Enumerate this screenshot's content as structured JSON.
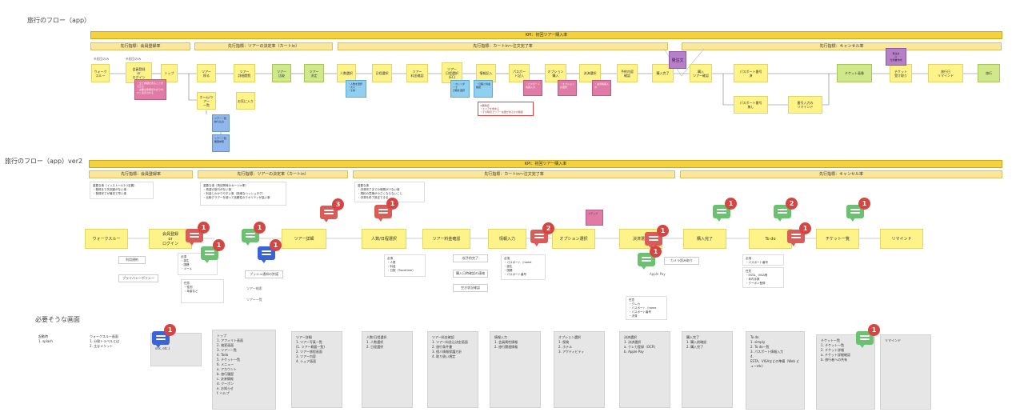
{
  "titles": {
    "flow1": "旅行のフロー（app）",
    "flow2": "旅行のフロー（app）ver2",
    "screens": "必要そうな画面"
  },
  "kpi": "KPI：初回ツアー購入率",
  "flow1": {
    "headers": [
      "先行指標：会員登録率",
      "先行指標：ツアーの決定率（カートin）",
      "先行指標：カートin〜注文完了率",
      "先行指標：キャンセル率"
    ],
    "small_labels": [
      "※初回のみ",
      "※初回のみ"
    ],
    "nodes": [
      "ウォーク\nスルー",
      "会員登録\nor\nログイン",
      "トップ",
      "ツアー\n探る",
      "ツアー\n詳細閲覧",
      "ツアー\n比較",
      "ツアー\n決定",
      "人数選択",
      "日程選択",
      "ツアー\n料金確認",
      "ツアー\n日程選択\n(EC)",
      "情報記入",
      "パスポー\nト記入",
      "オプション\n購入",
      "決済選択",
      "予約内容\n確認",
      "購入完了",
      "購入\nツアー確認",
      "パスポート番号\n済",
      "パスポート番号\n無し",
      "番号入力の\nリマインド",
      "チケット画像",
      "チケット\n受け取り",
      "旅行日\nリマインド",
      "旅行"
    ],
    "green_nodes": [
      "ツアー\n比較",
      "ツアー\n決定",
      "チケット画像",
      "旅行"
    ],
    "purple": [
      "発注文",
      "発注文\nor\n仕様書作成"
    ],
    "pink_notes": [
      "・全て詳細を見ることができる\n・必要な情報がわかりやすく表示される",
      "・パスポート情報入力",
      "・オプションの選択",
      "・決済情報入力"
    ],
    "blue_notes": [
      "ツアー一覧\n絞り込み",
      "ツアー一覧\n履歴参照"
    ],
    "cyan_notes": [
      "・人数を選択\n・大人\n・子供",
      "・カレンダーで\n日程を選択",
      "・日程と料金\n確認"
    ],
    "sub_nodes": [
      "ホーム/ツアー\n一覧",
      "お気に入り"
    ],
    "red_note": "※要確認\n・エリアを含める\n・その時点でツアー在庫があるかの確認"
  },
  "flow2": {
    "headers": [
      "先行指標：会員登録率",
      "先行指標：ツアーの決定率（カートin）",
      "先行指標：カートin〜注文完了率",
      "先行指標：キャンセル率"
    ],
    "nodes": [
      "ウォークスルー",
      "会員登録\nor\nログイン",
      "ツアー詳細",
      "人数/日程選択",
      "ツアー料金確認",
      "情報入力",
      "オプション選択",
      "決済選択",
      "購入完了",
      "To do",
      "チケット一覧",
      "リマインド"
    ],
    "pink": "ステップ",
    "notes": [
      "重要な事（インストール2つ定義）\n・登録まで先回避がない事\n・登録完了が最初で早い事",
      "重要な事（再訪問時のカートin率）\n・希望の旅行がない事\n・料金とわかりやすい事（詳細なハッシュタグ）\n・比較グラデーを使って信頼性のクオリティが高い事",
      "重要な事\n・決済完了までの時間が少ない事\n・規約の意識が小さくならないこと\n・決済を終了設定できる",
      "必須\n・人数\n・料金\n・日程（Tracetime）",
      "必須\n・パスポート（name\n・誕生\n・国籍\n・パスポート番号",
      "必須\n・パスポート番号",
      "任意\n・ESTA、VISA等\n・年内手数\n・クーポン登録",
      "任意\n・クレカ\n・パスポート（name\n・パスポート番号\n・決済",
      "任意\n・性別\n・年齢など",
      "必須\n・誕生\n・国籍\n・メール"
    ],
    "small_boxes": [
      "利用規約",
      "プライバシーポリシー",
      "プッシュ通知の許諾",
      "仮予約完了",
      "購入日時確認の連絡",
      "空き状況確認",
      "カメラ読み取り"
    ],
    "small_labels": [
      "ツアー検索",
      "ツアー一覧",
      "Apple Pay"
    ],
    "comment_counts": [
      3,
      1,
      1,
      1,
      1,
      1,
      2,
      1,
      1,
      1,
      2,
      1,
      1,
      1
    ]
  },
  "screens": [
    "起動時\n1. splash",
    "ウォークスルー画面\n1. 分割トラベルとは\n2. 主なメリット",
    "会員登録\n(ex. mail\nsns, etc.)",
    "トップ\n1. アフィリト画面\n2. 検索画面\n3. ツアー一覧\n4. Todo\n5. チケット一覧\n6. メニュー\n   a. アカウント\n   b. 旅行履歴\n   c. 決済情報\n   d. クーポン\n   e. お知らせ\n   f. ヘルプ",
    "ツアー詳細\n1. ツアー写真一覧\n   (1. ツアー概要一覧)\n2. ツアー旅程画面\n3. ツアー内容\n4. シェア画面",
    "人数/日程選択\n1. 人数選択\n2. 日程選択",
    "ツアー料金確認\n1. ツアー料金込決定画面\n2. 旅行条件書\n3. 個人情報保護方針\n4. 取り扱い規定",
    "情報入力\n1. 会員属性情報\n2. 旅行関連情報",
    "オプション選択\n1. 保険\n2. ホテル\n3. アクティビティ",
    "決済選択\n1. 決済選択\n   a. クレカ登録（OCR）\n   b. Apple Pay",
    "購入完了\n1. 購入前確認\n2. 購入完了",
    "To do\n1. simply\n2. To do一覧\n3. パスポート情報入力\n4.\nESTA、VISAなどの準備（Web ビューetc）",
    "チケット一覧\n1. チケット一覧\n2. チケット詳細\n   a. チケット詳細確認\n   b. 旅行者への共有",
    "リマインド"
  ]
}
